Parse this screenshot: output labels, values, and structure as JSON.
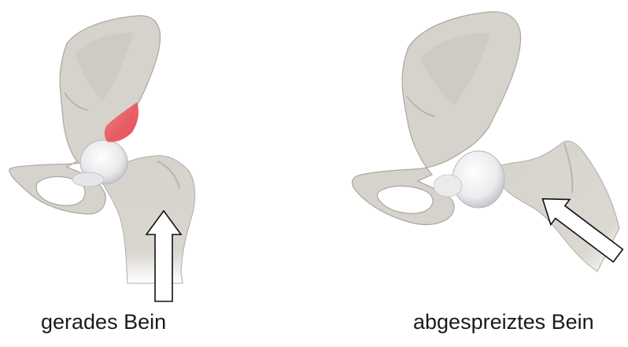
{
  "captions": {
    "left": "gerades Bein",
    "right": "abgespreiztes Bein"
  },
  "colors": {
    "bone": "#d6d3cc",
    "bone_shade": "#b8b5ad",
    "bone_outline": "#a9a69e",
    "femoral_head": "#eeeef0",
    "highlight_red": "#e8474f",
    "arrow_stroke": "#111111",
    "arrow_fill": "#ffffff"
  },
  "figures": [
    {
      "id": "straight-leg",
      "stress_highlight": true,
      "arrow_direction": "up"
    },
    {
      "id": "abducted-leg",
      "stress_highlight": false,
      "arrow_direction": "up-left"
    }
  ]
}
